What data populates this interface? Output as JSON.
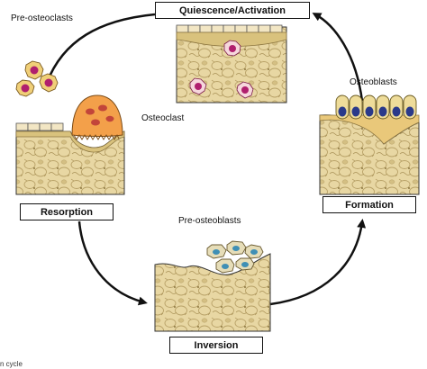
{
  "stages": {
    "quiescence": "Quiescence/Activation",
    "resorption": "Resorption",
    "inversion": "Inversion",
    "formation": "Formation"
  },
  "cells": {
    "pre_osteoclasts": "Pre-osteoclasts",
    "osteoclast": "Osteoclast",
    "pre_osteoblasts": "Pre-osteoblasts",
    "osteoblasts": "Osteoblasts"
  },
  "caption": "n cycle",
  "colors": {
    "bone_fill": "#e8d7a3",
    "bone_pattern": "#b9a268",
    "lining_cell": "#f2e6c4",
    "osteoclast": "#f3a04a",
    "pre_osteoclast_fill": "#f0cf78",
    "pre_osteoclast_nucleus": "#b01f6e",
    "pre_osteoblast_fill": "#e6ddb8",
    "pre_osteoblast_nucleus": "#3f8fb5",
    "osteoblast_fill": "#eedc9a",
    "osteoblast_nucleus": "#2a3a8a",
    "arrow": "#111111"
  }
}
